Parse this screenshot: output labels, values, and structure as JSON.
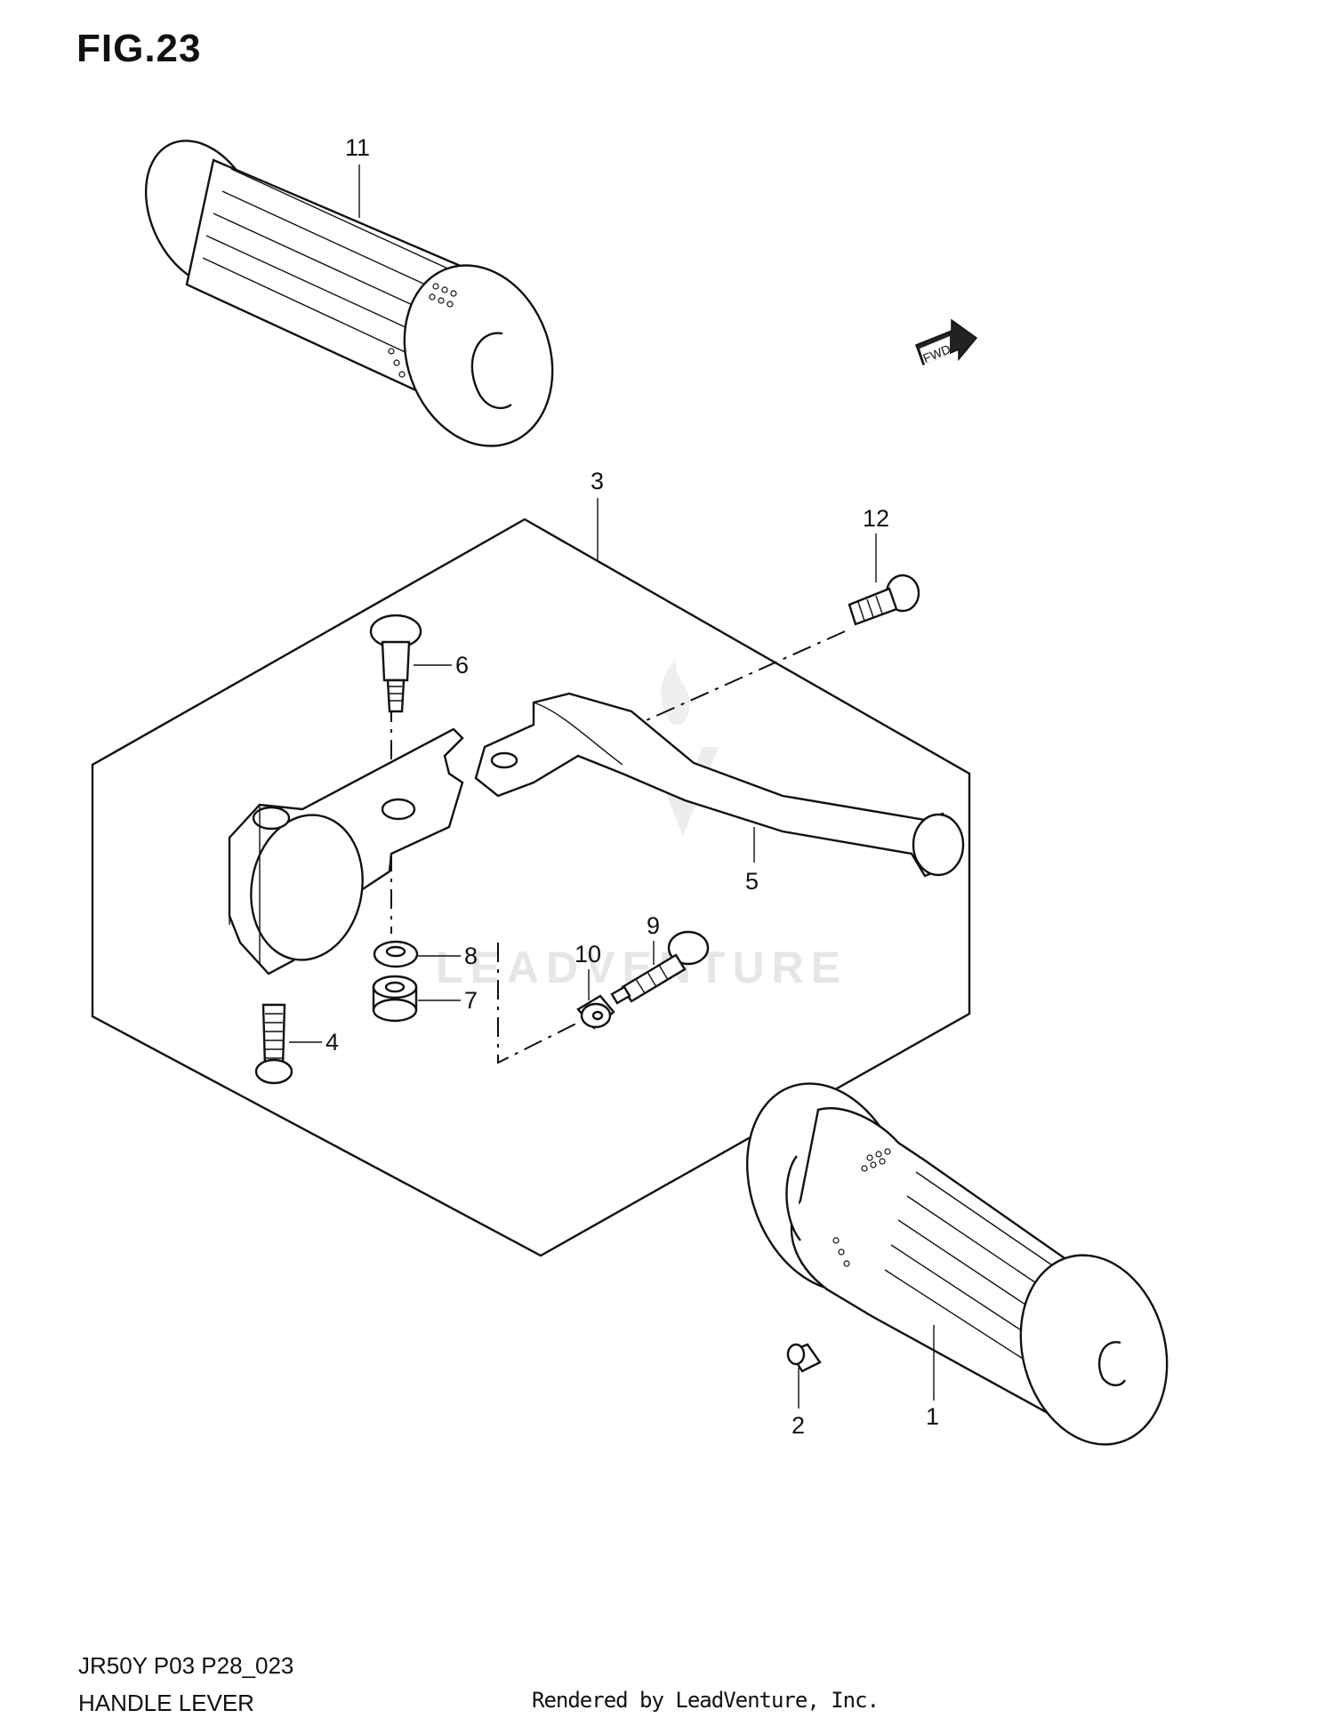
{
  "figure": {
    "title": "FIG.23"
  },
  "footer": {
    "code": "JR50Y P03 P28_023",
    "name": "HANDLE LEVER",
    "rendered_by": "Rendered by LeadVenture, Inc."
  },
  "watermark": {
    "text": "LEADVENTURE"
  },
  "fwd_marker": {
    "label": "FWD"
  },
  "callouts": {
    "c1": "1",
    "c2": "2",
    "c3": "3",
    "c4": "4",
    "c5": "5",
    "c6": "6",
    "c7": "7",
    "c8": "8",
    "c9": "9",
    "c10": "10",
    "c11": "11",
    "c12": "12"
  }
}
